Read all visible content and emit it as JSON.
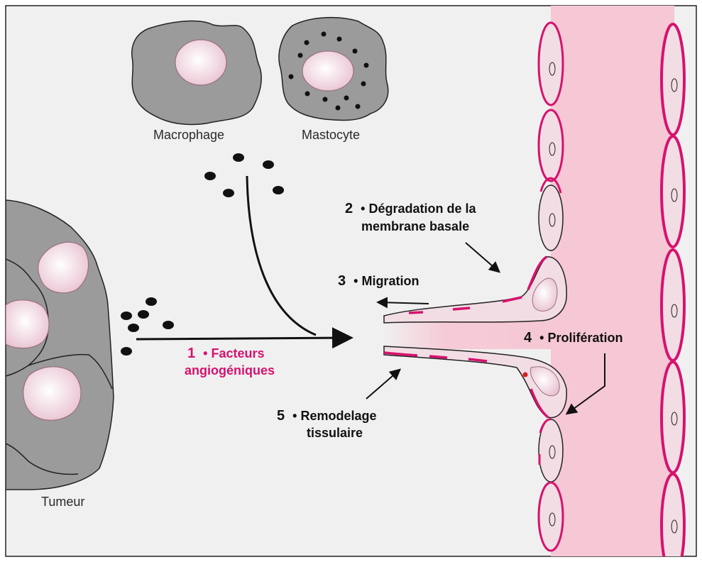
{
  "colors": {
    "background": "#f0f0f0",
    "vessel_lumen": "#f6c7d4",
    "membrane": "#d6126e",
    "cell_grey": "#9b9b9b",
    "nucleus": "#efcfdb",
    "endothelial_fill": "#f2dde4",
    "granule": "#111111",
    "text": "#111111"
  },
  "cells": {
    "macrophage": "Macrophage",
    "mastocyte": "Mastocyte",
    "tumor": "Tumeur"
  },
  "steps": {
    "s1_num": "1",
    "s1_line1": "• Facteurs",
    "s1_line2": "angiogéniques",
    "s2_num": "2",
    "s2_line1": "• Dégradation de la",
    "s2_line2": "membrane basale",
    "s3_num": "3",
    "s3_text": "• Migration",
    "s4_num": "4",
    "s4_text": "• Prolifération",
    "s5_num": "5",
    "s5_line1": "• Remodelage",
    "s5_line2": "tissulaire"
  }
}
